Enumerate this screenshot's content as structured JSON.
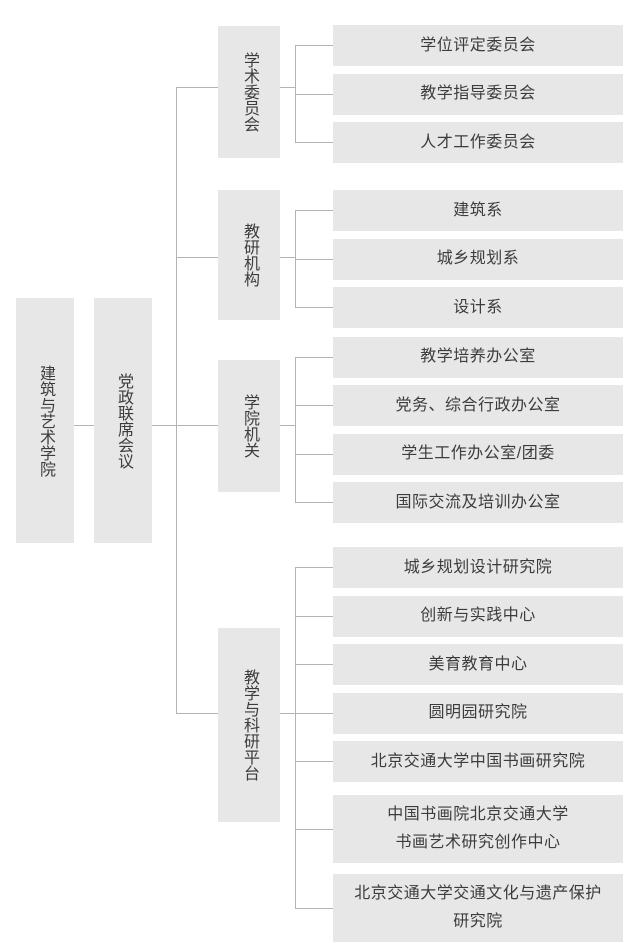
{
  "org": {
    "root": {
      "label": "建筑与艺术学院"
    },
    "council": {
      "label": "党政联席会议"
    },
    "groups": [
      {
        "label": "学术委员会",
        "children": [
          "学位评定委员会",
          "教学指导委员会",
          "人才工作委员会"
        ]
      },
      {
        "label": "教研机构",
        "children": [
          "建筑系",
          "城乡规划系",
          "设计系"
        ]
      },
      {
        "label": "学院机关",
        "children": [
          "教学培养办公室",
          "党务、综合行政办公室",
          "学生工作办公室/团委",
          "国际交流及培训办公室"
        ]
      },
      {
        "label": "教学与科研平台",
        "children": [
          "城乡规划设计研究院",
          "创新与实践中心",
          "美育教育中心",
          "圆明园研究院",
          "北京交通大学中国书画研究院",
          "中国书画院北京交通大学\n书画艺术研究创作中心",
          "北京交通大学交通文化与遗产保护\n研究院"
        ]
      }
    ],
    "colors": {
      "box_fill": "#e7e7e7",
      "text": "#3c3c3c",
      "line": "#b3b3b3",
      "background": "#ffffff"
    }
  }
}
